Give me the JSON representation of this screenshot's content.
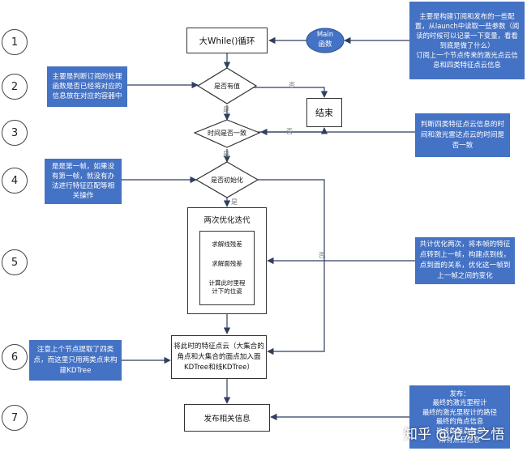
{
  "steps": [
    "1",
    "2",
    "3",
    "4",
    "5",
    "6",
    "7"
  ],
  "main_loop": "大While()循环",
  "main_node": "Main\n函数",
  "decisions": {
    "has_value": "是否有值",
    "time_consistent": "时间是否一致",
    "initialized": "是否初始化"
  },
  "end_label": "结束",
  "optimize": {
    "title": "两次优化迭代",
    "edge_residual": "求解线残差",
    "plane_residual": "求解面残差",
    "pose": "计算此时里程\n计下的位姿"
  },
  "kdtree_box": "将此时的特征点云（大集合的\n角点和大集合的面点加入面\nKDTree和线KDTree）",
  "publish_box": "发布相关信息",
  "branch_labels": {
    "no1": "否",
    "yes1": "是",
    "no2": "否",
    "yes2": "是",
    "no3": "否",
    "yes3": "是"
  },
  "notes": {
    "top_right": "主要是构建订阅和发布的一些配置，从launch中读取一些参数（阅读的时候可以记录一下变量，看看到底是做了什么）\n订阅上一个节点传来的激光点云信息和四类特征点云信息",
    "step2": "主要是判断订阅的处理函数是否已经将对应的信息放在对应的容器中",
    "step3": "判断四类特征点云信息的时间和激光雷达点云的时间是否一致",
    "step4": "是是第一帧，如果没有第一帧，就没有办法进行特征匹配等相关操作",
    "step5": "共计优化两次，将本帧的特征点转到上一帧，构建点到线，点到面的关系，优化这一帧到上一帧之间的变化",
    "step6": "注意上个节点提取了四类点，而这里只用两类点来构建KDTree",
    "step7": "发布：\n最终的激光里程计\n最终的激光里程计的路径\n最终的角点信息\n最终的面点信息\n所有点云信息"
  },
  "watermark": "知乎 @沧涼之悟",
  "colors": {
    "note_bg": "#4472c4",
    "line": "#2f3f5f"
  }
}
